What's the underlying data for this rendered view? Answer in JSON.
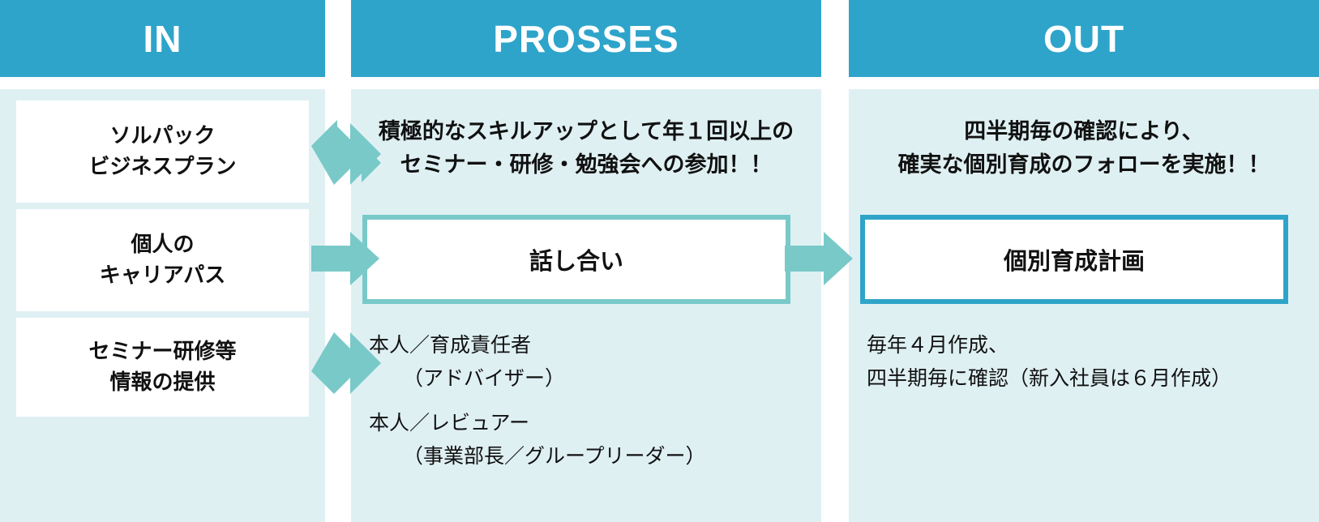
{
  "columns": {
    "in": {
      "header": "IN",
      "items": [
        {
          "line1": "ソルパック",
          "line2": "ビジネスプラン"
        },
        {
          "line1": "個人の",
          "line2": "キャリアパス"
        },
        {
          "line1": "セミナー研修等",
          "line2": "情報の提供"
        }
      ]
    },
    "process": {
      "header": "PROSSES",
      "headline_line1": "積極的なスキルアップとして年１回以上の",
      "headline_line2": "セミナー・研修・勉強会への参加！！",
      "box_label": "話し合い",
      "roles": [
        {
          "main": "本人／育成責任者",
          "sub": "（アドバイザー）"
        },
        {
          "main": "本人／レビュアー",
          "sub": "（事業部長／グループリーダー）"
        }
      ]
    },
    "out": {
      "header": "OUT",
      "headline_line1": "四半期毎の確認により、",
      "headline_line2": "確実な個別育成のフォローを実施！！",
      "box_label": "個別育成計画",
      "note_line1": "毎年４月作成、",
      "note_line2": "四半期毎に確認（新入社員は６月作成）"
    }
  },
  "arrows": [
    {
      "name": "arrow-in-plan-to-process",
      "direction": "down-right"
    },
    {
      "name": "arrow-in-career-to-process",
      "direction": "right"
    },
    {
      "name": "arrow-in-seminar-to-process",
      "direction": "up-right"
    },
    {
      "name": "arrow-process-to-out",
      "direction": "right"
    }
  ],
  "colors": {
    "header_bar": "#2ea4ca",
    "panel_background": "#dff0f3",
    "arrow": "#79c9c9",
    "process_box_border": "#79c9c9",
    "out_box_border": "#2fa4c9",
    "box_fill": "#ffffff",
    "text": "#111111",
    "header_text": "#ffffff"
  }
}
